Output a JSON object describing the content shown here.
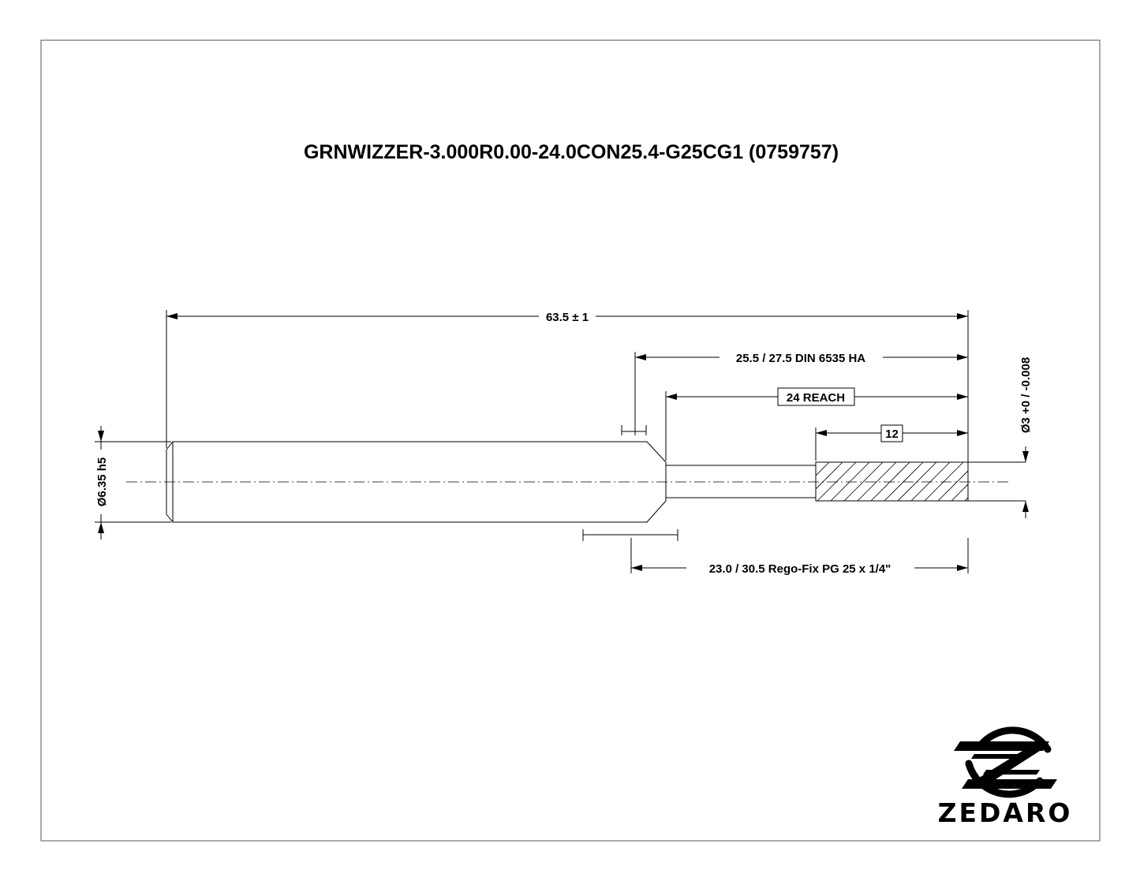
{
  "drawing": {
    "title": "GRNWIZZER-3.000R0.00-24.0CON25.4-G25CG1 (0759757)",
    "dimensions": {
      "overall_length": "63.5 ± 1",
      "din_length": "25.5 / 27.5 DIN 6535 HA",
      "reach": "24 REACH",
      "flute_length": "12",
      "shank_diameter": "Ø6.35 h5",
      "cutting_diameter": "Ø3 +0 / -0.008",
      "rego_fix": "23.0 / 30.5 Rego-Fix PG 25 x 1/4\""
    },
    "logo": {
      "brand": "ZEDARO"
    }
  }
}
